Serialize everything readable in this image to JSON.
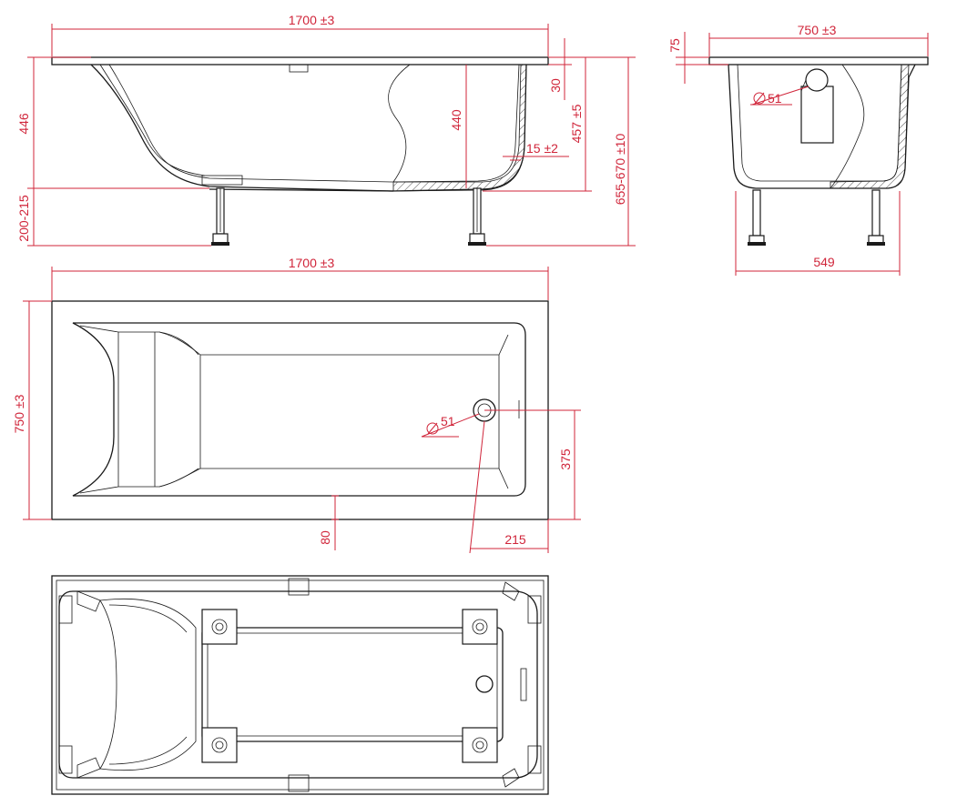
{
  "colors": {
    "dimension": "#d0253a",
    "line": "#1a1a1a",
    "background": "#ffffff"
  },
  "side_view": {
    "length": "1700 ±3",
    "depth_446": "446",
    "depth_440": "440",
    "rim_30": "30",
    "height_457": "457 ±5",
    "wall_15": "15 ±2",
    "overall_height": "655-670 ±10",
    "leg_height": "200-215"
  },
  "end_view": {
    "width": "750 ±3",
    "rim_75": "75",
    "drain_diameter": "51",
    "leg_span": "549"
  },
  "top_view": {
    "length": "1700 ±3",
    "width": "750 ±3",
    "drain_diameter": "51",
    "drain_y": "375",
    "drain_x": "215",
    "rim_80": "80"
  }
}
